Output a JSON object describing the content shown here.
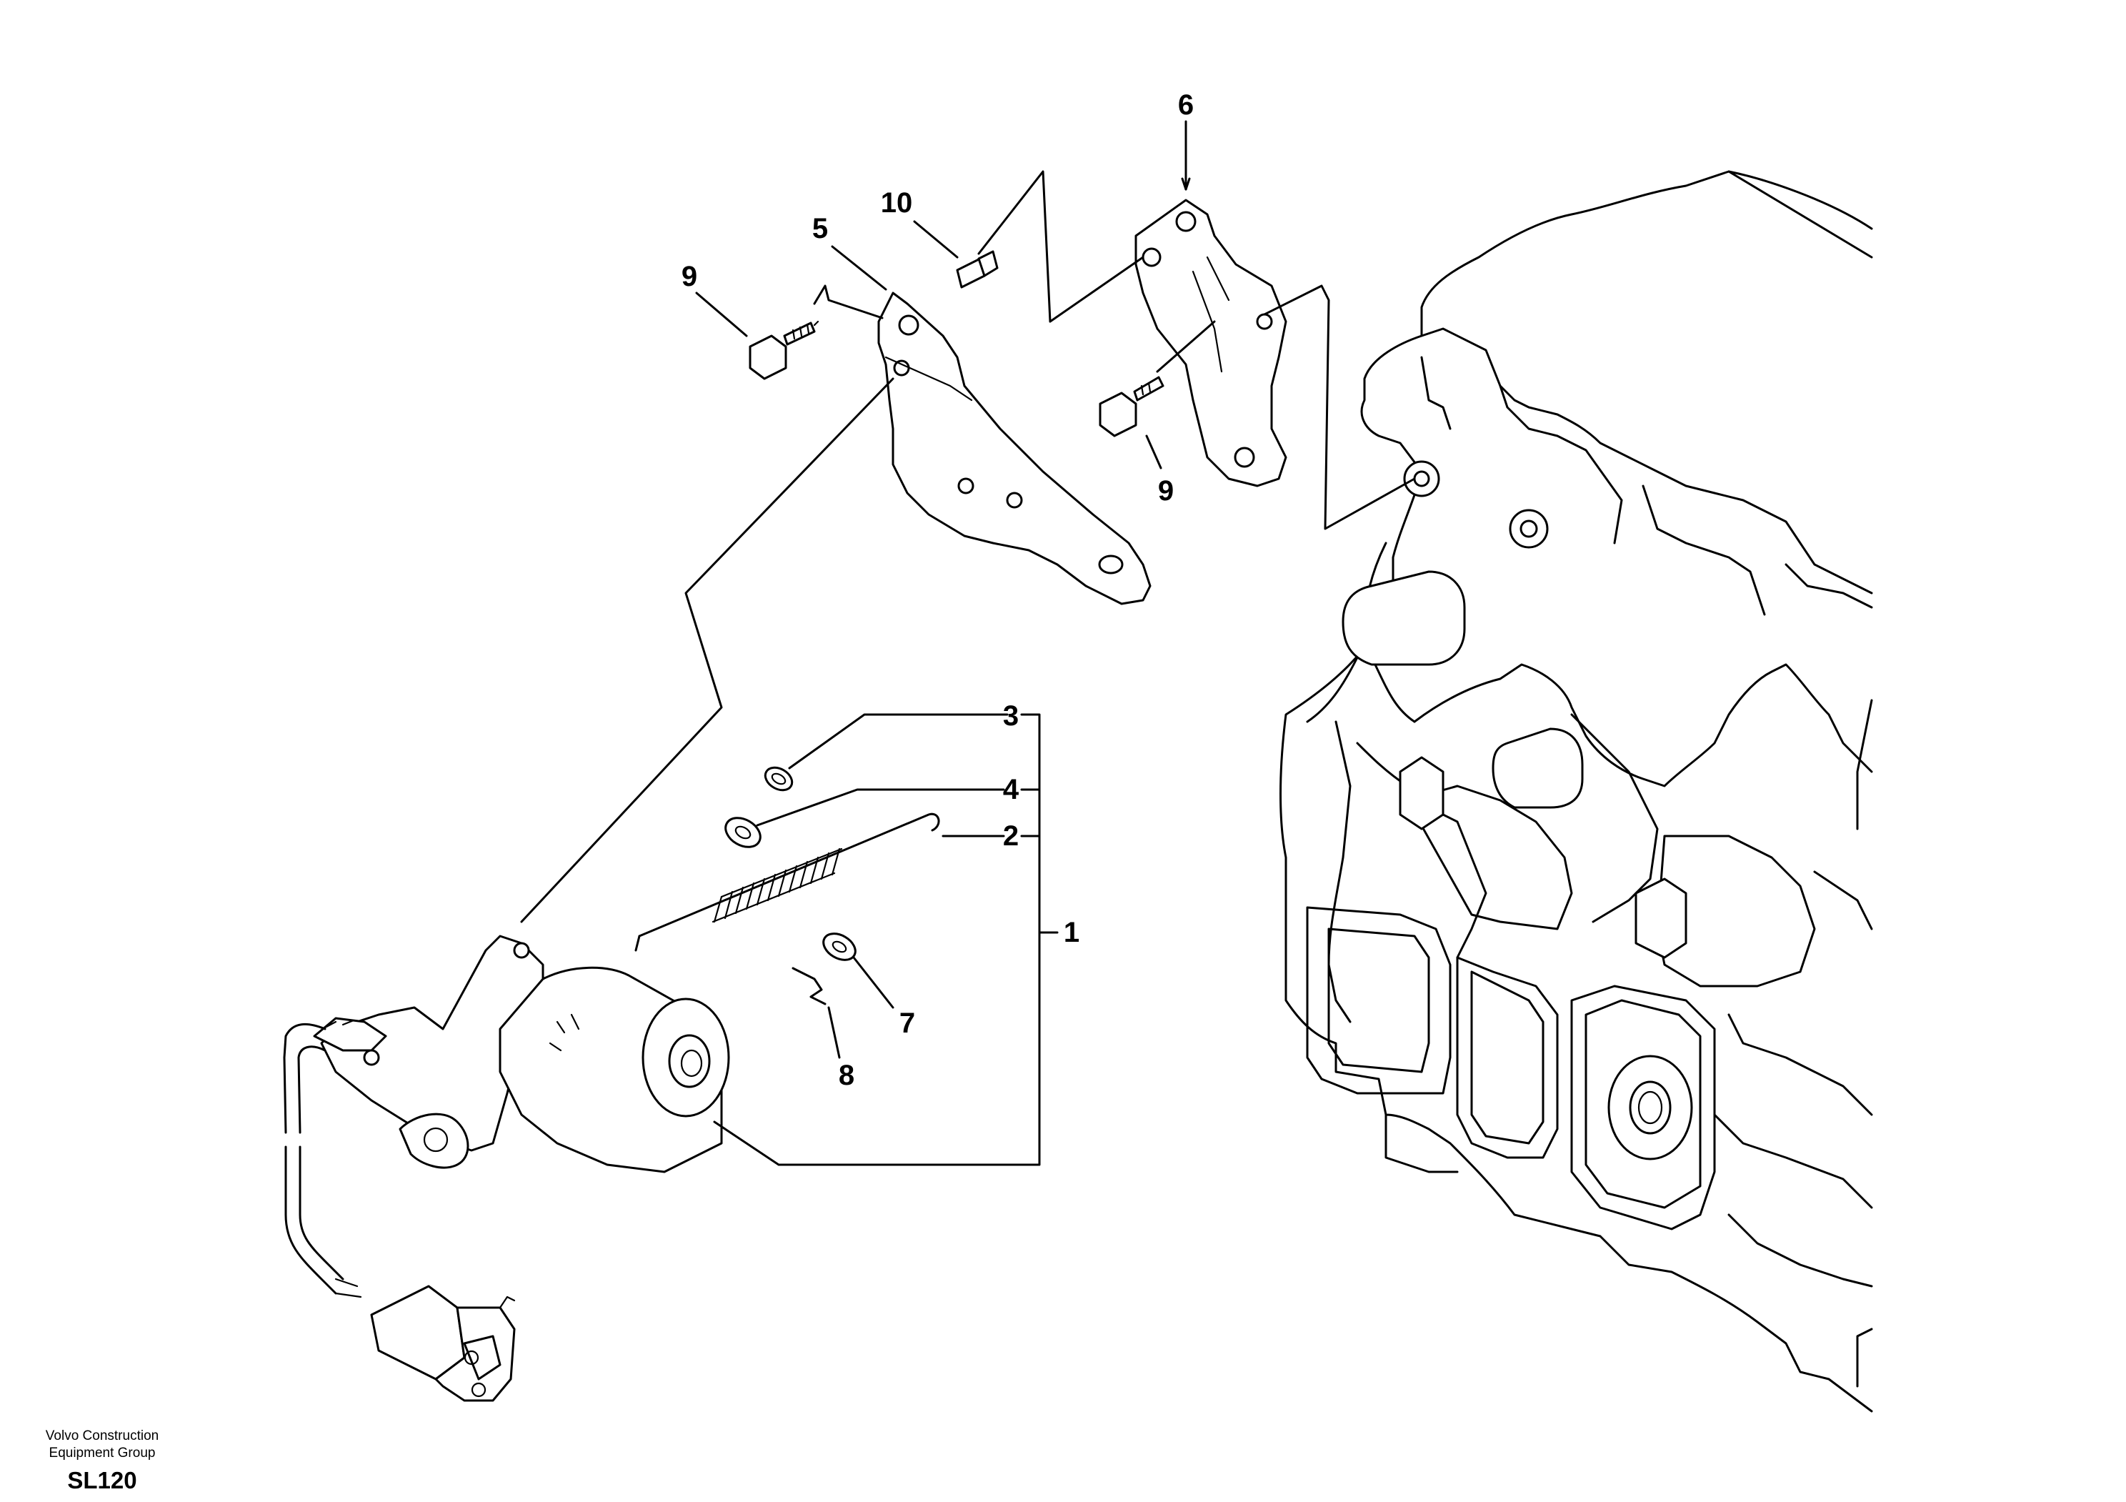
{
  "labels": {
    "l1": "1",
    "l2": "2",
    "l3": "3",
    "l4": "4",
    "l5": "5",
    "l6": "6",
    "l7": "7",
    "l8": "8",
    "l9a": "9",
    "l9b": "9",
    "l10": "10"
  },
  "footer": {
    "company_line1": "Volvo Construction",
    "company_line2": "Equipment Group",
    "code": "SL120"
  }
}
